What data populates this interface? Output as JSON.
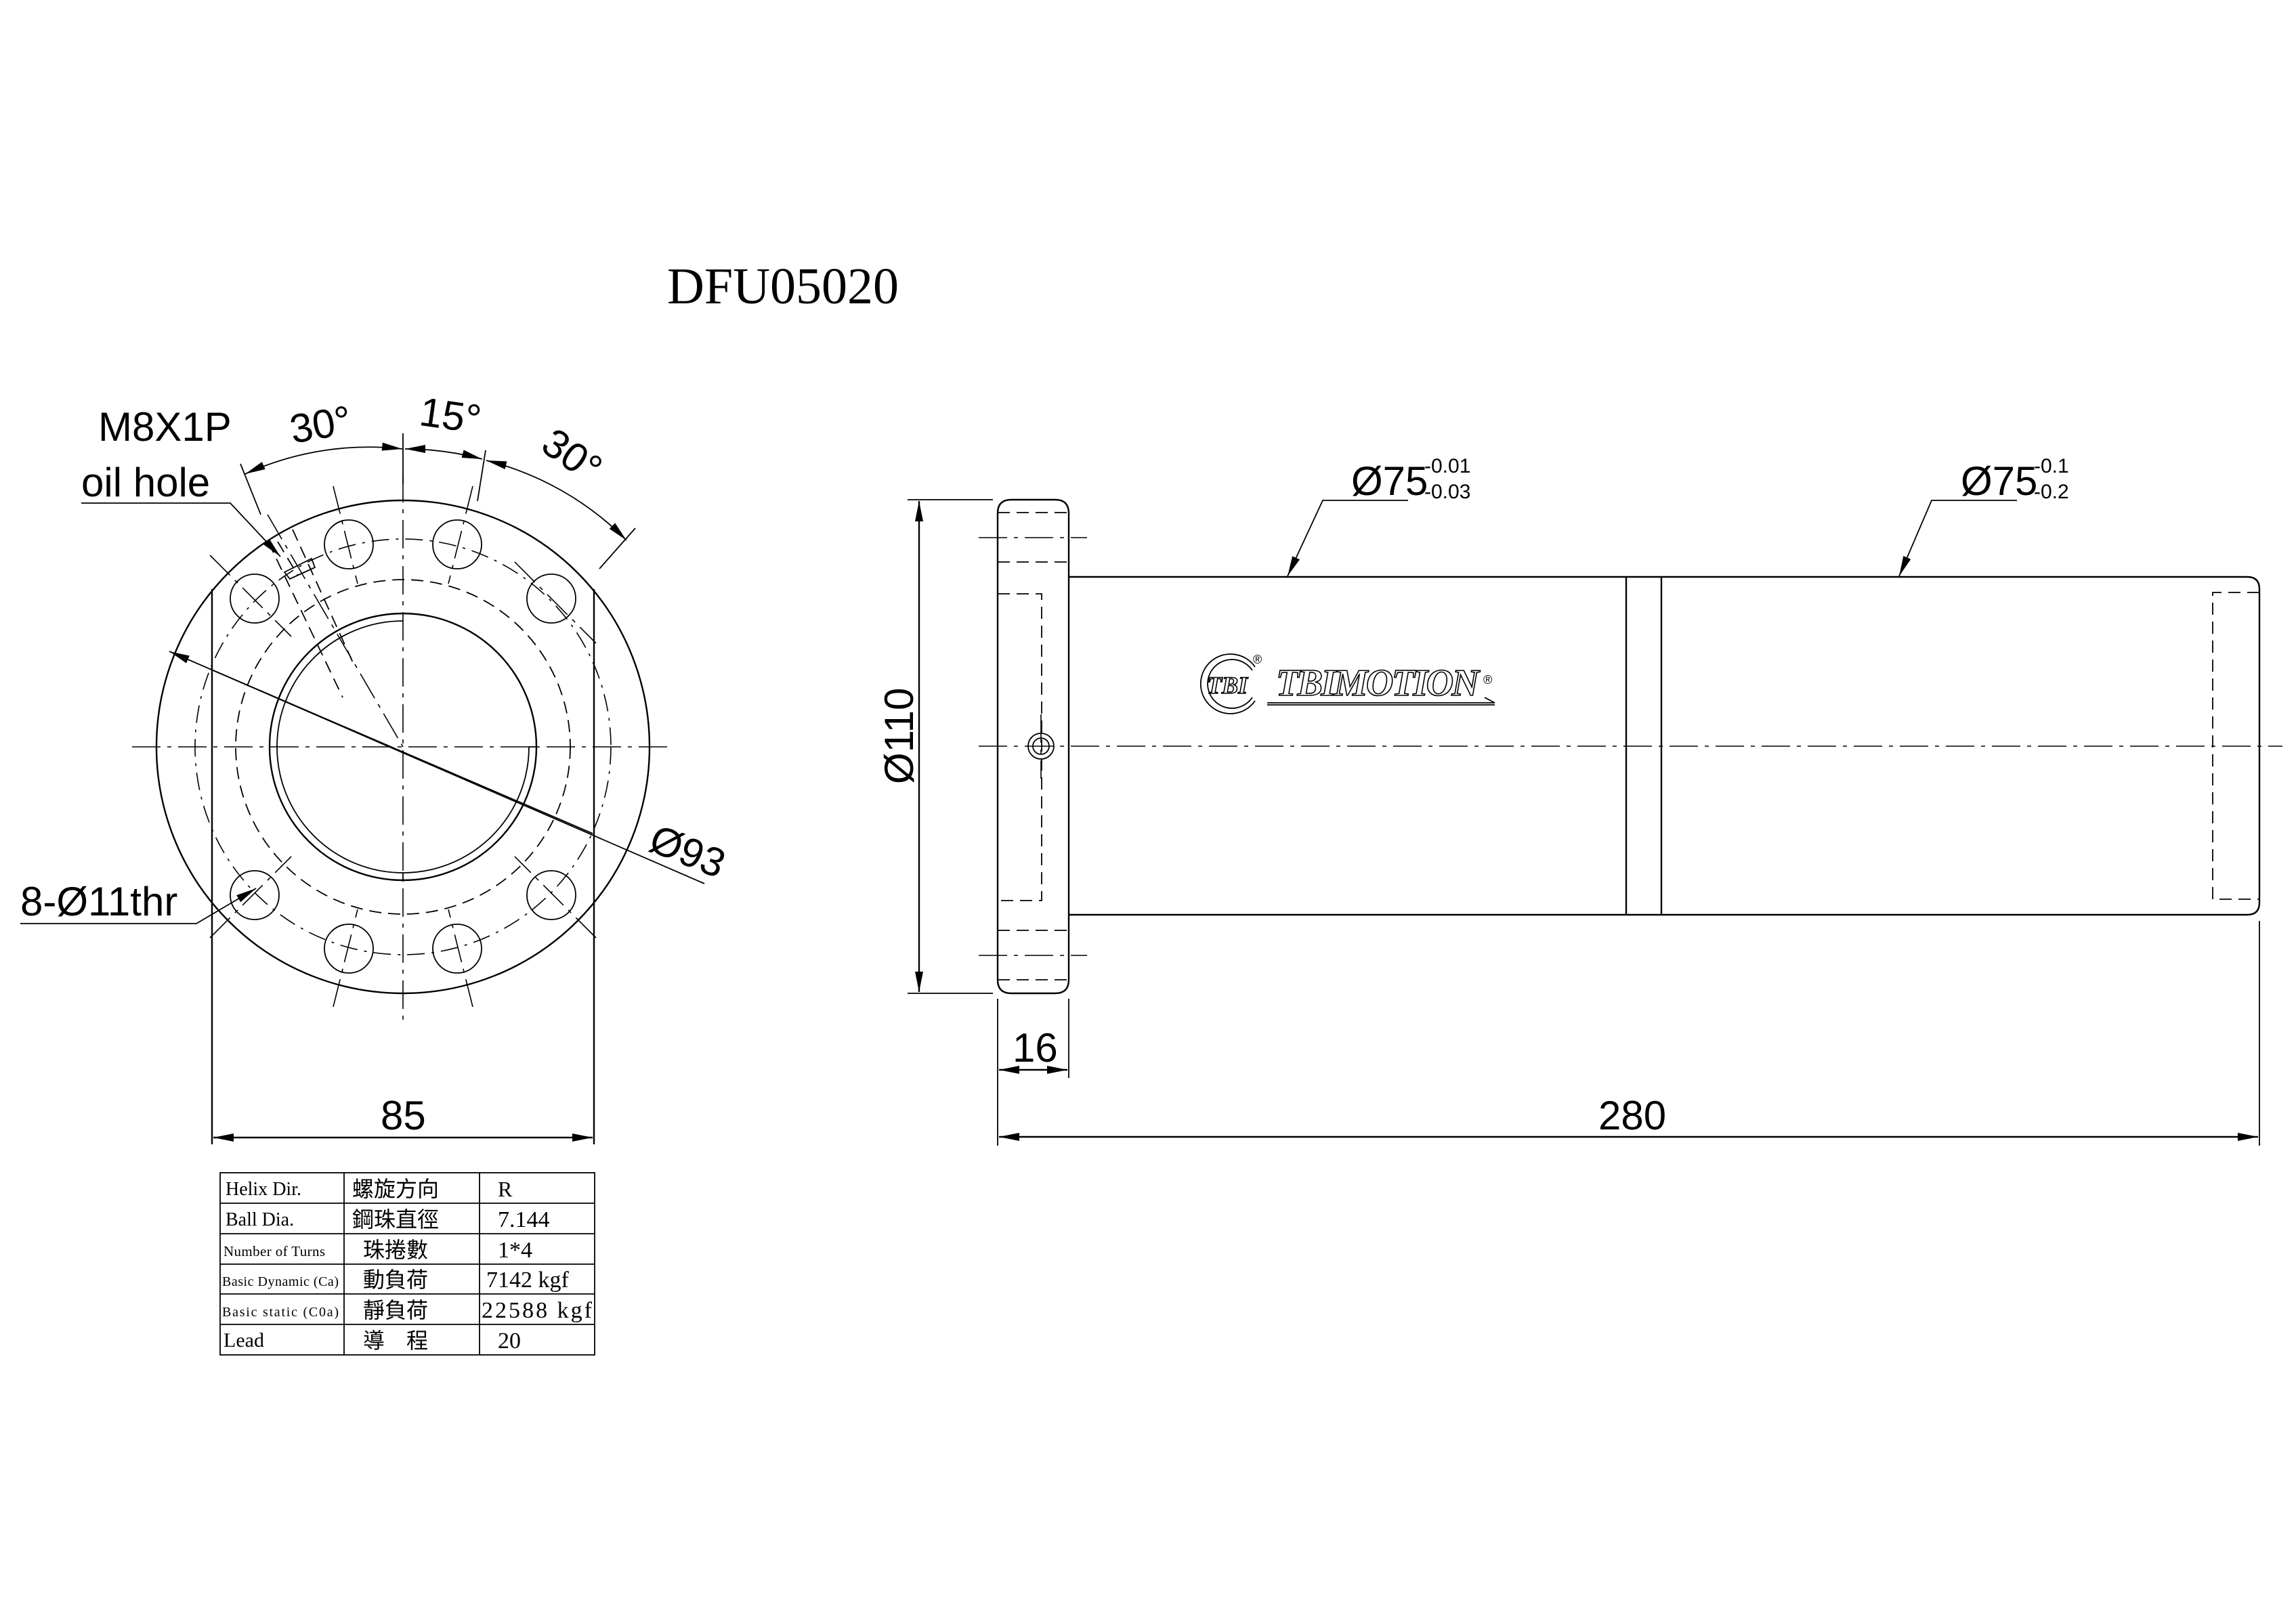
{
  "drawing": {
    "title": "DFU05020",
    "front_view": {
      "oil_hole_label_line1": "M8X1P",
      "oil_hole_label_line2": "oil hole",
      "angle_left": "30°",
      "angle_mid": "15°",
      "angle_right": "30°",
      "pcd_label": "Ø93",
      "bolt_holes_label": "8-Ø11thr",
      "flat_width": "85"
    },
    "side_view": {
      "flange_dia": "Ø110",
      "flange_thickness": "16",
      "total_length": "280",
      "fit_dia_1": "Ø75",
      "fit_dia_1_tol_upper": "-0.01",
      "fit_dia_1_tol_lower": "-0.03",
      "fit_dia_2": "Ø75",
      "fit_dia_2_tol_upper": "-0.1",
      "fit_dia_2_tol_lower": "-0.2"
    },
    "logo": {
      "badge": "TBI",
      "brand": "TBIMOTION",
      "mark": "®"
    }
  },
  "spec_table": {
    "rows": [
      {
        "en": "Helix  Dir.",
        "zh": "螺旋方向",
        "value": "R"
      },
      {
        "en": "Ball Dia.",
        "zh": "鋼珠直徑",
        "value": "7.144"
      },
      {
        "en": "Number of Turns",
        "zh": "珠捲數",
        "value": "1*4"
      },
      {
        "en": "Basic Dynamic (Ca)",
        "zh": "動負荷",
        "value": "7142 kgf"
      },
      {
        "en": "Basic static (C0a)",
        "zh": "靜負荷",
        "value": "22588 kgf"
      },
      {
        "en": "Lead",
        "zh": "導　程",
        "value": "20"
      }
    ]
  }
}
